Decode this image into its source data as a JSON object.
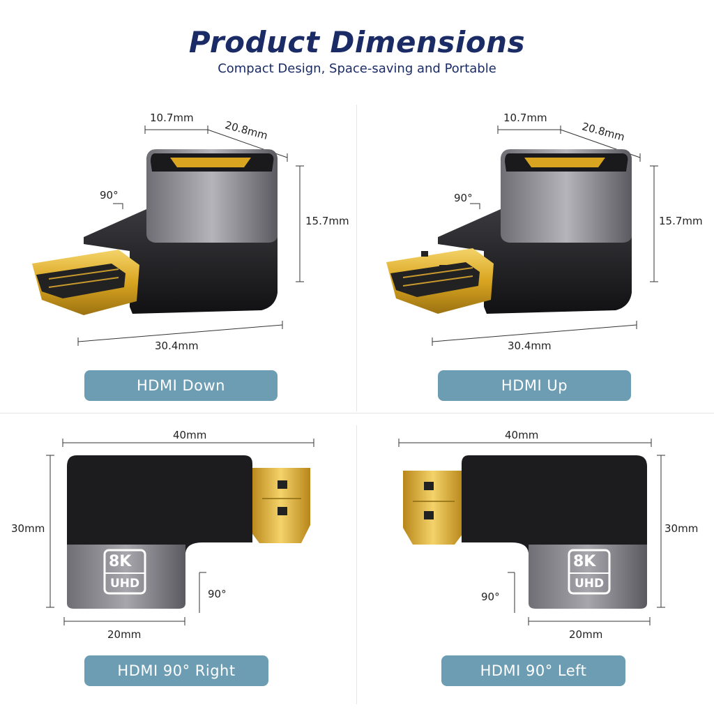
{
  "header": {
    "title": "Product Dimensions",
    "subtitle": "Compact Design, Space-saving and Portable"
  },
  "panels": [
    {
      "label": "HDMI Down",
      "width": "10.7mm",
      "depth": "20.8mm",
      "height": "15.7mm",
      "length": "30.4mm",
      "angle": "90°"
    },
    {
      "label": "HDMI Up",
      "width": "10.7mm",
      "depth": "20.8mm",
      "height": "15.7mm",
      "length": "30.4mm",
      "angle": "90°"
    },
    {
      "label": "HDMI 90° Right",
      "width": "40mm",
      "height": "30mm",
      "base": "20mm",
      "angle": "90°",
      "badge_top": "8K",
      "badge_bottom": "UHD"
    },
    {
      "label": "HDMI 90° Left",
      "width": "40mm",
      "height": "30mm",
      "base": "20mm",
      "angle": "90°",
      "badge_top": "8K",
      "badge_bottom": "UHD"
    }
  ],
  "colors": {
    "title": "#1a2b66",
    "pill": "#6d9db3",
    "gold": "#d9a520",
    "black_body": "#1c1c1e",
    "metal": "#8a8a90"
  }
}
